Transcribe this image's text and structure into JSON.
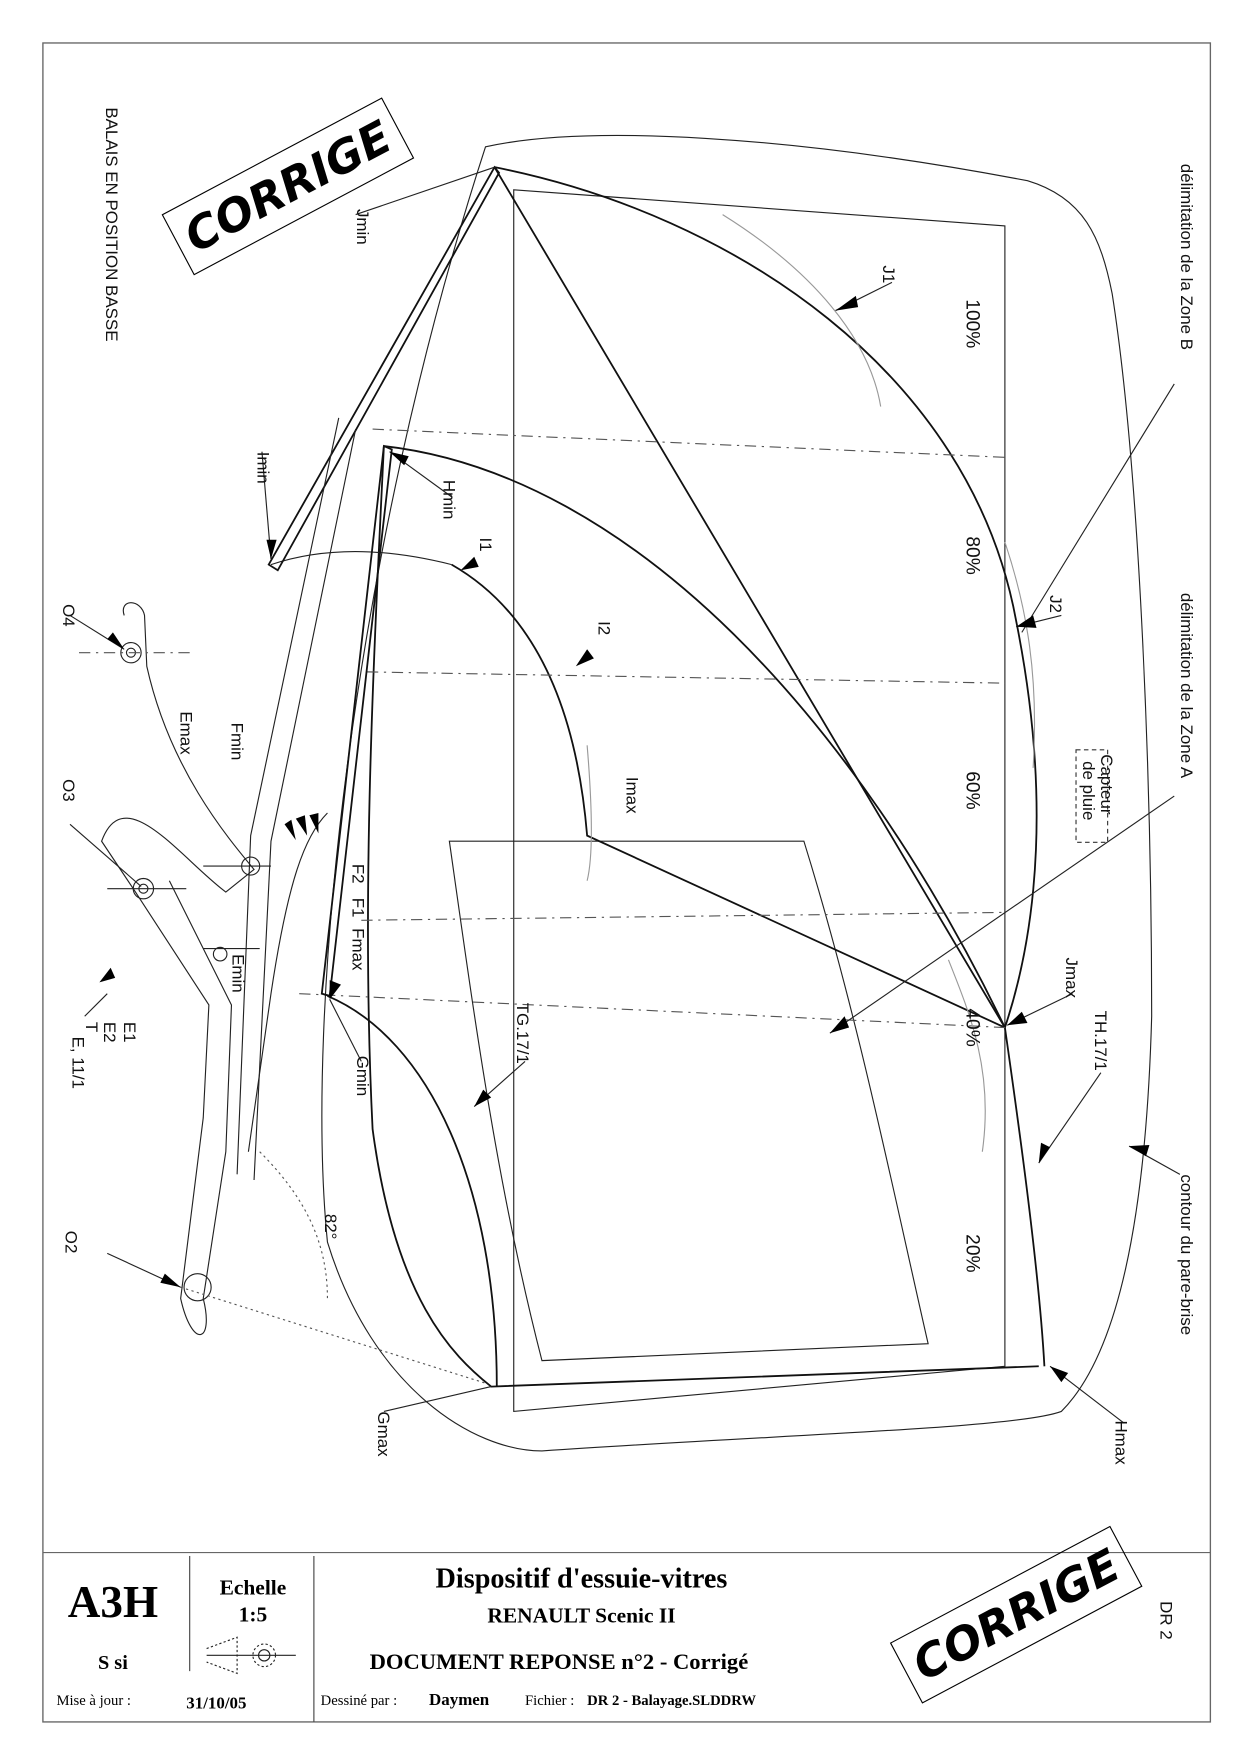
{
  "drawing": {
    "side_title": "BALAIS EN POSITION BASSE",
    "stamp": "CORRIGE",
    "labels": {
      "jmin": "Jmin",
      "imin": "Imin",
      "hmin": "Hmin",
      "i1": "I1",
      "i2": "I2",
      "imax": "Imax",
      "j1": "J1",
      "j2": "J2",
      "jmax": "Jmax",
      "th": "TH.17/1",
      "tg": "TG.17/1",
      "hmax": "Hmax",
      "gmax": "Gmax",
      "gmin": "Gmin",
      "o2": "O2",
      "o3": "O3",
      "o4": "O4",
      "emax": "Emax",
      "fmin": "Fmin",
      "emin": "Emin",
      "f2": "F2",
      "f1": "F1",
      "fmax": "Fmax",
      "e1": "E1",
      "e2": "E2",
      "te": "T",
      "te_sub": "E, 11/1",
      "angle": "82°"
    },
    "percentages": [
      "100%",
      "80%",
      "60%",
      "40%",
      "20%"
    ],
    "zone_b": "délimitation de la Zone B",
    "zone_a": "délimitation de la Zone A",
    "sensor": [
      "Capteur",
      "de pluie"
    ],
    "contour": "contour du pare-brise"
  },
  "title_block": {
    "code": "A3H",
    "section": "S si",
    "update_label": "Mise à jour :",
    "update_date": "31/10/05",
    "scale_label": "Echelle",
    "scale_value": "1:5",
    "title": "Dispositif d'essuie-vitres",
    "subtitle": "RENAULT Scenic II",
    "document": "DOCUMENT REPONSE n°2 - Corrigé",
    "drawn_by_label": "Dessiné par :",
    "drawn_by": "Daymen",
    "file_label": "Fichier :",
    "file_name": "DR 2 - Balayage.SLDDRW",
    "sheet": "DR 2",
    "stamp": "CORRIGE"
  }
}
